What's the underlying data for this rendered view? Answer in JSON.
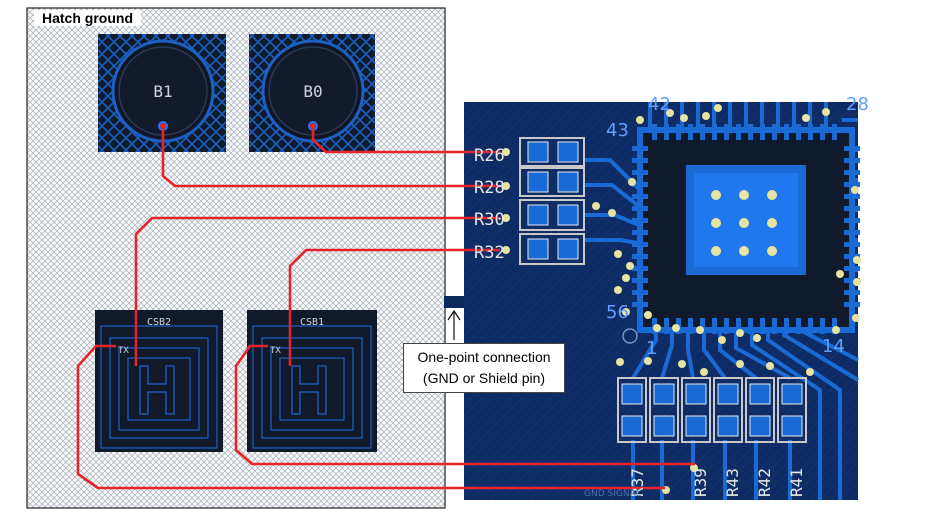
{
  "hatch_region": {
    "label": "Hatch ground"
  },
  "buttons": [
    {
      "id": "btn-b1",
      "label": "B1"
    },
    {
      "id": "btn-b0",
      "label": "B0"
    }
  ],
  "sliders": [
    {
      "id": "slider-csb2",
      "label": "CSB2",
      "tx": "TX"
    },
    {
      "id": "slider-csb1",
      "label": "CSB1",
      "tx": "TX"
    }
  ],
  "resistors_left": [
    "R26",
    "R28",
    "R30",
    "R32"
  ],
  "resistors_bottom": [
    "R37",
    "R39",
    "R43",
    "R42",
    "R41"
  ],
  "ic_pins": {
    "p43": "43",
    "p56": "56",
    "p1": "1",
    "p14": "14",
    "p42": "42",
    "p28": "28"
  },
  "callout": {
    "line1": "One-point connection",
    "line2": "(GND or Shield pin)"
  },
  "board_footer": "GND SIGNAL",
  "colors": {
    "trace": "#e8242a",
    "board": "#0b2a5c",
    "copper": "#1a6ad6",
    "pad": "#c9c9c9"
  }
}
